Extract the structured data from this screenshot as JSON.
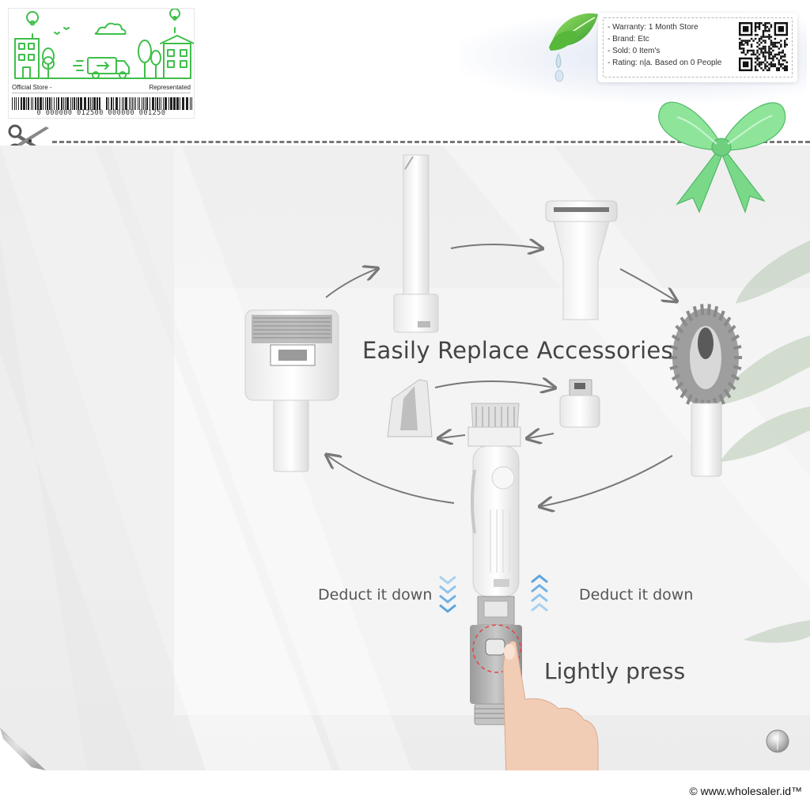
{
  "store_badge": {
    "left_label": "Official Store -",
    "right_label": "Representated",
    "barcode_text": "0 000000 012500 000000 001250",
    "illustration_icons": [
      "building-icon",
      "tree-icon",
      "delivery-truck-icon",
      "location-pin-icon",
      "cloud-icon"
    ],
    "accent_color": "#3fbf4a"
  },
  "info_card": {
    "lines": [
      "- Warranty: 1 Month Store",
      "- Brand: Etc",
      "- Sold: 0 Item's",
      "- Rating: n|a. Based on 0 People"
    ],
    "qr_icon": "qr-code-icon"
  },
  "decor": {
    "leaf_icon": "leaf-water-drop-icon",
    "bow_icon": "green-ribbon-bow-icon",
    "bow_color": "#7ee08a",
    "scissors_icon": "scissors-icon"
  },
  "product": {
    "headline": "Easily Replace Accessories",
    "deduct_left": "Deduct it down",
    "deduct_right": "Deduct it down",
    "press_label": "Lightly press",
    "arrow_color_down": "#8fc3ec",
    "arrow_color_up": "#8fc3ec",
    "press_ring_color": "#e04848",
    "accessories": [
      "crevice-nozzle",
      "wide-brush-head",
      "comb-brush",
      "square-mite-head",
      "trimmer-head",
      "small-nozzle",
      "cutter-blade"
    ]
  },
  "footer": {
    "copyright": "© www.wholesaler.id™"
  }
}
